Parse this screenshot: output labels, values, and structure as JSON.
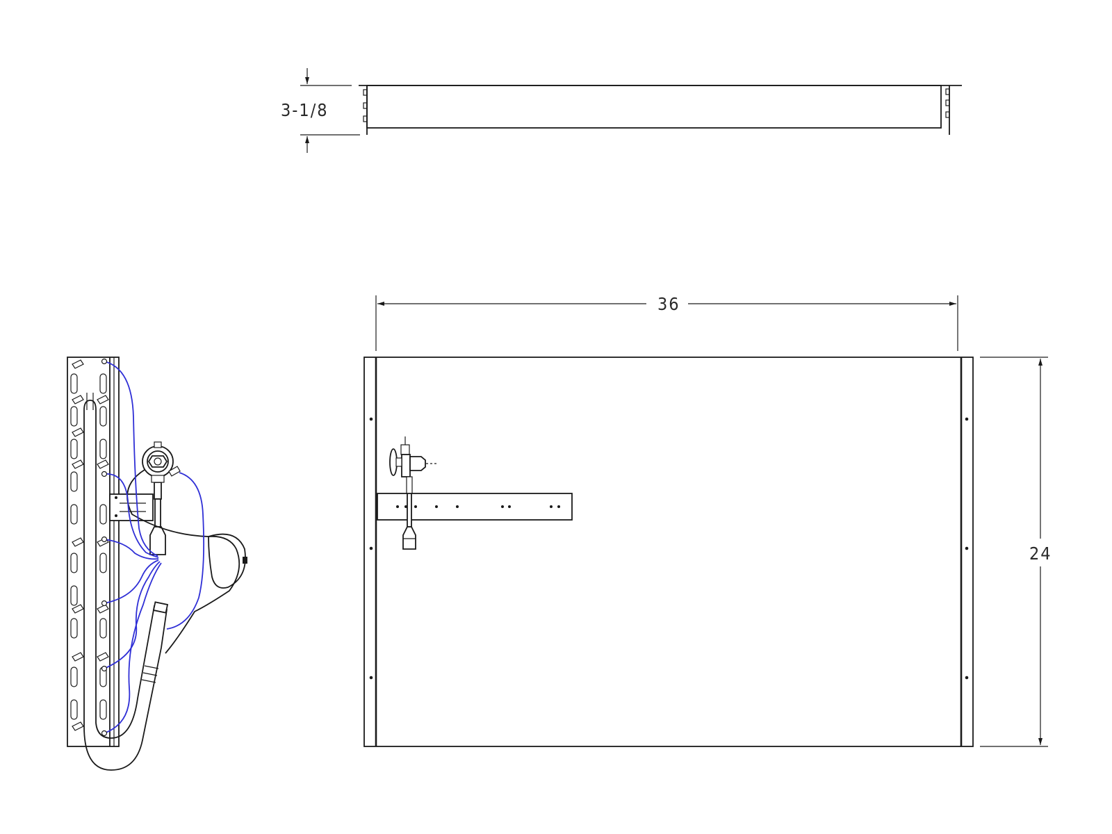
{
  "dimensions": {
    "height_dim": "3-1/8",
    "width_dim": "36",
    "depth_dim": "24"
  },
  "colors": {
    "line": "#1a1a1a",
    "capillary_tubes": "#2f2fd6",
    "background": "#ffffff"
  },
  "views": [
    {
      "name": "top-view",
      "description_icon": "coil-top-view-icon"
    },
    {
      "name": "front-view",
      "description_icon": "coil-front-view-icon"
    },
    {
      "name": "side-view",
      "description_icon": "coil-side-view-icon"
    }
  ]
}
